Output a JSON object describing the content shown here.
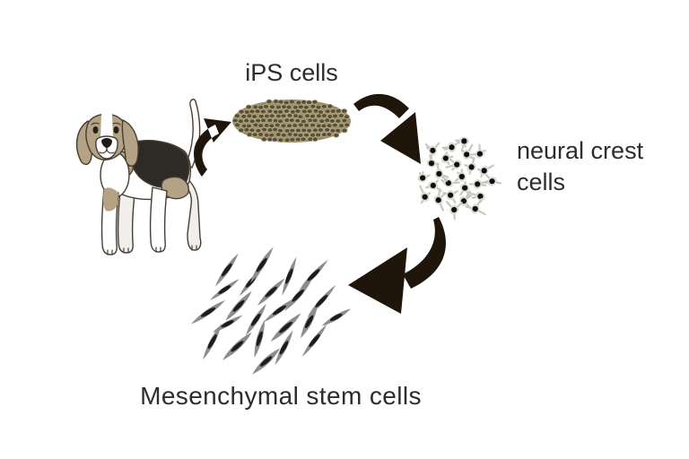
{
  "diagram": {
    "background_color": "#ffffff",
    "text_color": "#2d2d2d",
    "arrow_color": "#20150a",
    "dog": {
      "icon": "beagle-dog-illustration",
      "colors": {
        "tan": "#b3a284",
        "dark": "#2e2a26",
        "line": "#463e33",
        "white": "#ffffff",
        "shade": "#f1efeb"
      }
    },
    "ips": {
      "label": "iPS cells",
      "cluster_fill": "#9a8c63",
      "cell_fill": "#57503a",
      "cell_border": "#b9ac85"
    },
    "neural_crest": {
      "label": "neural crest cells",
      "cell_count": 25,
      "body_fill": "#dbd9d4",
      "projection_color": "#c9c6c0",
      "nucleus_fill": "#0e0e0e"
    },
    "msc": {
      "label": "Mesenchymal stem cells",
      "cell_count": 23,
      "body_fill": "#8d8d8d",
      "nucleus_fill": "#1c1c1c"
    }
  }
}
